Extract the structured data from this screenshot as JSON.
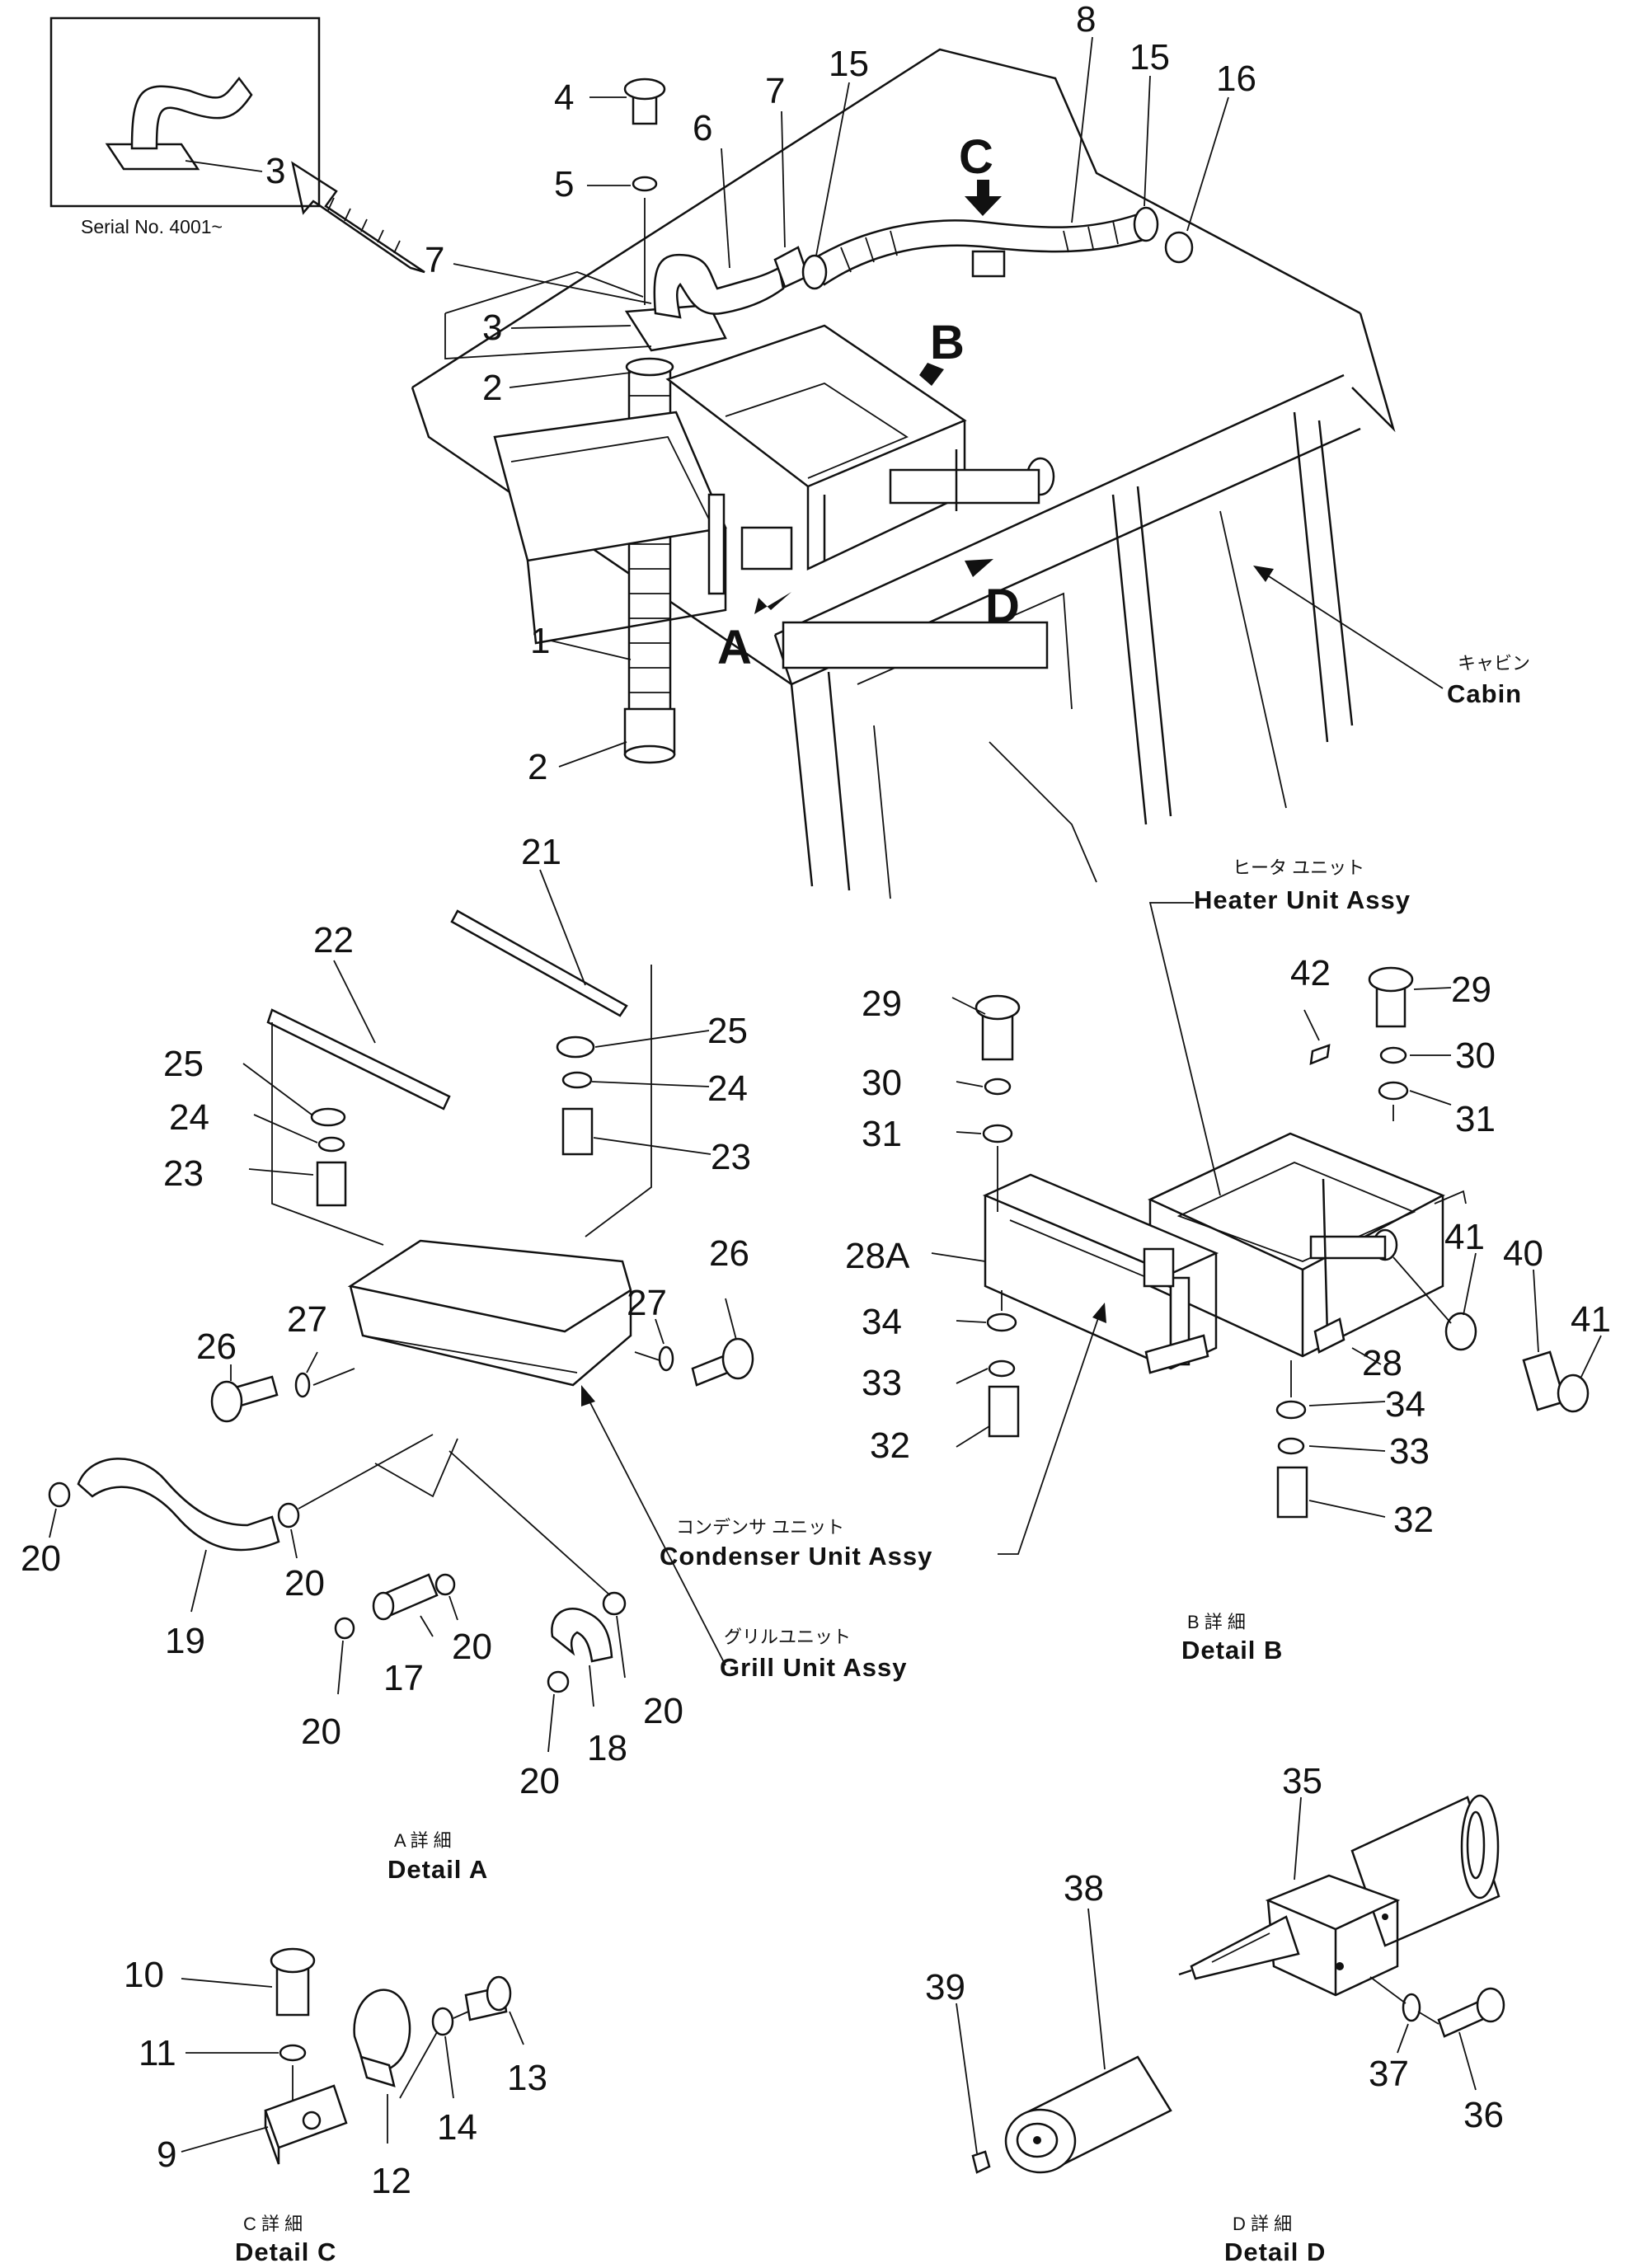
{
  "detail_letters": [
    "A",
    "B",
    "C",
    "D"
  ],
  "serial_label": "Serial No. 4001~",
  "callouts": {
    "cabin_jp": "キャビン",
    "cabin_en": "Cabin",
    "heater_jp": "ヒータ ユニット",
    "heater_en": "Heater Unit Assy",
    "condenser_jp": "コンデンサ ユニット",
    "condenser_en": "Condenser Unit Assy",
    "grill_jp": "グリルユニット",
    "grill_en": "Grill Unit Assy"
  },
  "detail_captions": {
    "a_jp": "A 詳 細",
    "a_en": "Detail A",
    "b_jp": "B 詳 細",
    "b_en": "Detail B",
    "c_jp": "C 詳 細",
    "c_en": "Detail C",
    "d_jp": "D 詳 細",
    "d_en": "Detail D"
  },
  "part_numbers": {
    "main": [
      "4",
      "5",
      "6",
      "7",
      "7",
      "3",
      "3",
      "2",
      "1",
      "2",
      "15",
      "8",
      "15",
      "16"
    ],
    "detail_a": [
      "21",
      "22",
      "25",
      "24",
      "23",
      "25",
      "24",
      "23",
      "26",
      "27",
      "27",
      "26",
      "20",
      "19",
      "20",
      "17",
      "20",
      "20",
      "18",
      "20",
      "20"
    ],
    "detail_b": [
      "42",
      "29",
      "30",
      "31",
      "29",
      "30",
      "31",
      "28A",
      "34",
      "33",
      "32",
      "41",
      "40",
      "41",
      "28",
      "34",
      "33",
      "32"
    ],
    "detail_c": [
      "10",
      "11",
      "9",
      "12",
      "14",
      "13"
    ],
    "detail_d": [
      "35",
      "38",
      "39",
      "37",
      "36"
    ]
  }
}
